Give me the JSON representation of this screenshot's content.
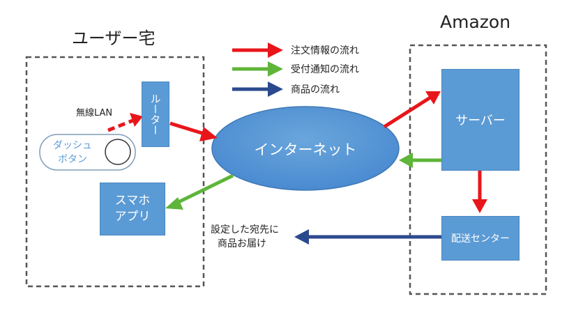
{
  "groups": {
    "user_home": {
      "title": "ユーザー宅"
    },
    "amazon": {
      "title": "Amazon"
    }
  },
  "legend": [
    {
      "label": "注文情報の流れ",
      "color": "#e8161b"
    },
    {
      "label": "受付通知の流れ",
      "color": "#5fb53a"
    },
    {
      "label": "商品の流れ",
      "color": "#2b4a8e"
    }
  ],
  "nodes": {
    "router": {
      "label": "ルーター"
    },
    "dash_button": {
      "line1": "ダッシュ",
      "line2": "ボタン"
    },
    "smartphone_app": {
      "line1": "スマホ",
      "line2": "アプリ"
    },
    "internet": {
      "label": "インターネット"
    },
    "server": {
      "label": "サーバー"
    },
    "delivery_center": {
      "label": "配送センター"
    }
  },
  "annotations": {
    "wireless_lan": "無線LAN",
    "delivery_line1": "設定した宛先に",
    "delivery_line2": "商品お届け"
  },
  "colors": {
    "box_fill": "#5b9bd5",
    "order_arrow": "#e8161b",
    "notify_arrow": "#5fb53a",
    "product_arrow": "#2b4a8e",
    "dash_border": "#555555"
  }
}
